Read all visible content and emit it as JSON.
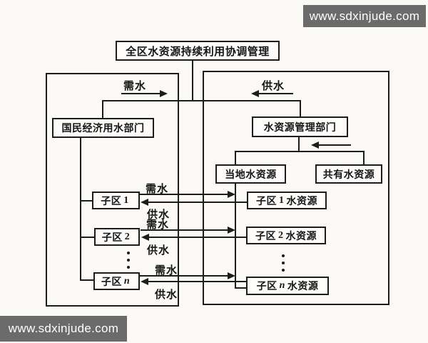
{
  "watermarks": {
    "top": "www.sdxinjude.com",
    "bottom": "www.sdxinjude.com"
  },
  "colors": {
    "bar_background": "#6b6b6b",
    "bar_text": "#ffffff",
    "ink": "#1d1d1d",
    "paper": "#fbfaf6"
  },
  "diagram": {
    "title": "全区水资源持续利用协调管理",
    "top_demand_label": "需水",
    "top_supply_label": "供水",
    "econ_dept": "国民经济用水部门",
    "water_mgmt_dept": "水资源管理部门",
    "local_water": "当地水资源",
    "shared_water": "共有水资源",
    "sub_prefix": "子区",
    "res_suffix": "水资源",
    "rows": [
      {
        "index": "1",
        "demand_label": "需水",
        "supply_label": "供水"
      },
      {
        "index": "2",
        "demand_label": "需水",
        "supply_label": "供水"
      },
      {
        "index": "n",
        "demand_label": "需水",
        "supply_label": "供水"
      }
    ]
  }
}
